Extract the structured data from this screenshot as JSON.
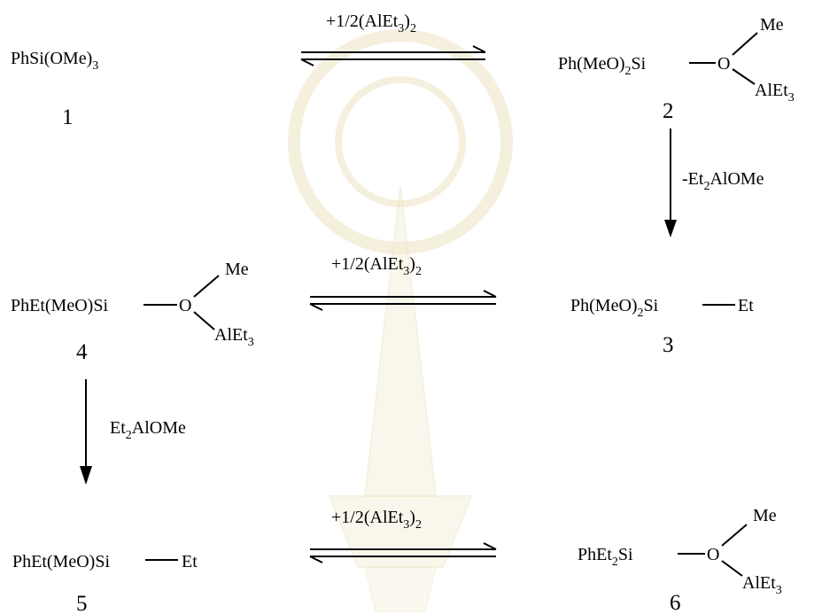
{
  "watermark": {
    "description": "faint Chulalongkorn University emblem",
    "color": "#f3ecd4"
  },
  "compounds": {
    "c1": {
      "formula": "PhSi(OMe)",
      "sub": "3",
      "number": "1"
    },
    "c2": {
      "formula": "Ph(MeO)",
      "sub": "2",
      "si": "Si",
      "o": "O",
      "me": "Me",
      "al": "AlEt",
      "al_sub": "3",
      "number": "2"
    },
    "c3": {
      "formula": "Ph(MeO)",
      "sub": "2",
      "si": "Si",
      "et": "Et",
      "number": "3"
    },
    "c4": {
      "formula": "PhEt(MeO)Si",
      "o": "O",
      "me": "Me",
      "al": "AlEt",
      "al_sub": "3",
      "number": "4"
    },
    "c5": {
      "formula": "PhEt(MeO)Si",
      "et": "Et",
      "number": "5"
    },
    "c6": {
      "formula": "PhEt",
      "sub": "2",
      "si": "Si",
      "o": "O",
      "me": "Me",
      "al": "AlEt",
      "al_sub": "3",
      "number": "6"
    }
  },
  "reagents": {
    "r1": {
      "pre": "+1/2(AlEt",
      "sub": "3",
      "post": ")",
      "post_sub": "2"
    },
    "r2": {
      "pre": "-Et",
      "sub": "2",
      "post": "AlOMe"
    },
    "r3": {
      "pre": "+1/2(AlEt",
      "sub": "3",
      "post": ")",
      "post_sub": "2"
    },
    "r4": {
      "pre": "Et",
      "sub": "2",
      "post": "AlOMe"
    },
    "r5": {
      "pre": "+1/2(AlEt",
      "sub": "3",
      "post": ")",
      "post_sub": "2"
    }
  }
}
